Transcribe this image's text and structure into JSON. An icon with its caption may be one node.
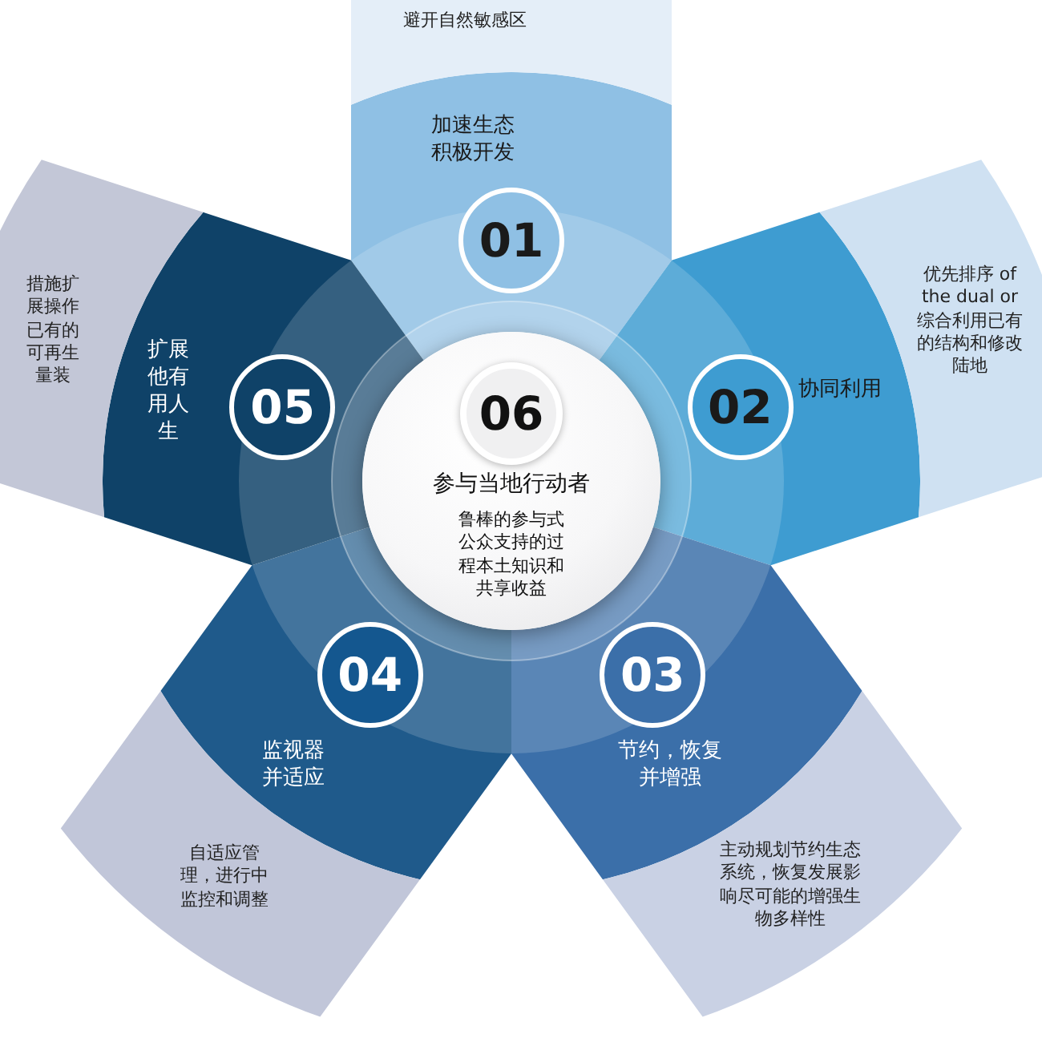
{
  "diagram": {
    "nodes": [
      {
        "text": [
          "加速生态积极开发"
        ]
      },
      {
        "text": [
          "01"
        ],
        "in": 0
      },
      {
        "text": [
          "避开自然敏感区"
        ]
      },
      {
        "text": [
          "协同利用"
        ]
      },
      {
        "text": [
          "02"
        ],
        "in": 3
      },
      {
        "text": [
          "优先排序 of the dual or 综合利用已有的结构和修改陆地"
        ]
      },
      {
        "text": [
          "节约，恢复并增强"
        ]
      },
      {
        "text": [
          "03"
        ],
        "in": 6
      },
      {
        "text": [
          "主动规划节约生态系统，恢复发展影响尽可能的增强生物多样性"
        ]
      },
      {
        "text": [
          "监视器并适应"
        ]
      },
      {
        "text": [
          "04"
        ],
        "in": 9
      },
      {
        "text": [
          "自适应管理，进行中监控和调整"
        ]
      },
      {
        "text": [
          "扩展他有用人生"
        ]
      },
      {
        "text": [
          "05"
        ],
        "in": 12
      },
      {
        "text": [
          "措施扩展操作已有的可再生量装"
        ]
      },
      {
        "text": [
          "参与当地行动者",
          "鲁棒的参与式公众支持的过程本土知识和共享收益"
        ]
      },
      {
        "text": [
          "06"
        ],
        "in": 15
      }
    ]
  }
}
